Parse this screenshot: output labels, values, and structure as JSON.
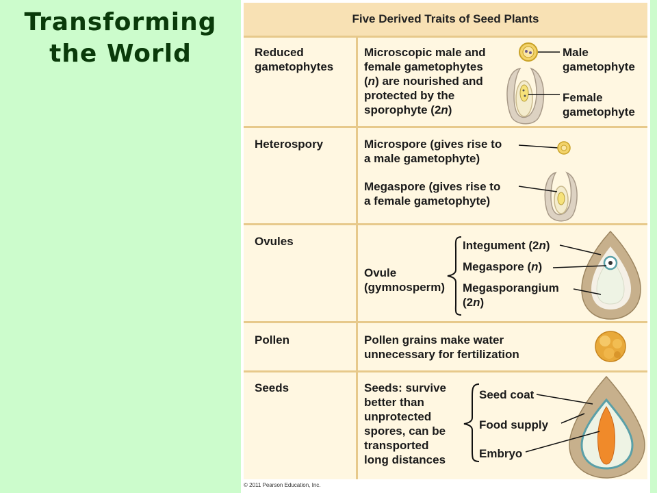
{
  "slide": {
    "title_line1": "Transforming",
    "title_line2": "the World"
  },
  "table": {
    "header": "Five Derived Traits of Seed Plants",
    "rows": [
      {
        "trait": "Reduced\ngametophytes",
        "desc_parts": [
          "Microscopic male and\nfemale gametophytes\n(",
          "n",
          ") are nourished and\nprotected by the\nsporophyte (2",
          "n",
          ")"
        ],
        "labels": {
          "male": "Male\ngametophyte",
          "female": "Female\ngametophyte"
        }
      },
      {
        "trait": "Heterospory",
        "microspore": "Microspore (gives rise to\na male gametophyte)",
        "megaspore": "Megaspore (gives rise to\na female gametophyte)"
      },
      {
        "trait": "Ovules",
        "desc": "Ovule\n(gymnosperm)",
        "labels": {
          "integument_a": "Integument (2",
          "integument_b": "n",
          "integument_c": ")",
          "megaspore_a": "Megaspore (",
          "megaspore_b": "n",
          "megaspore_c": ")",
          "megasporangium_a": "Megasporangium\n(2",
          "megasporangium_b": "n",
          "megasporangium_c": ")"
        }
      },
      {
        "trait": "Pollen",
        "desc": "Pollen grains make water\nunnecessary for fertilization"
      },
      {
        "trait": "Seeds",
        "desc": "Seeds: survive\nbetter than\nunprotected\nspores, can be\ntransported\nlong distances",
        "labels": {
          "seed_coat": "Seed coat",
          "food_supply": "Food supply",
          "embryo": "Embryo"
        }
      }
    ]
  },
  "footer": {
    "copyright": "© 2011 Pearson Education, Inc."
  },
  "colors": {
    "background": "#ccfccc",
    "title_text": "#0a3a0a",
    "table_header": "#f8e1b4",
    "table_body": "#fff7e1",
    "rule": "#e7c98b"
  }
}
